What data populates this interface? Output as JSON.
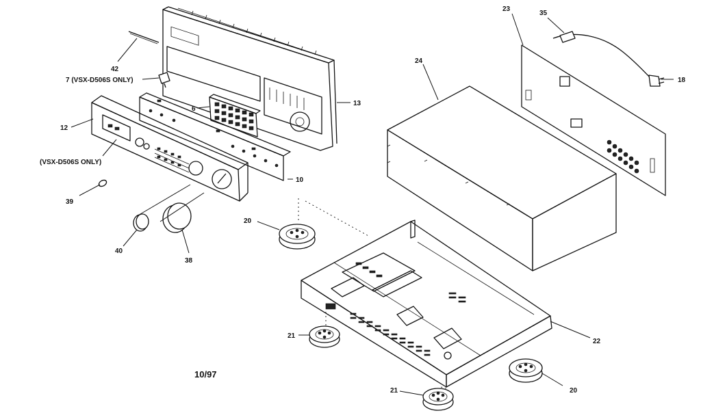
{
  "callouts": {
    "c42": "42",
    "c7": "7 (VSX-D506S ONLY)",
    "c6": "6",
    "c13": "13",
    "c12": "12",
    "cvsx": "(VSX-D506S ONLY)",
    "c10": "10",
    "c39": "39",
    "c40": "40",
    "c38": "38",
    "c20a": "20",
    "c20b": "20",
    "c21a": "21",
    "c21b": "21",
    "c22": "22",
    "c23": "23",
    "c24": "24",
    "c35": "35",
    "c18": "18"
  },
  "date": "10/97"
}
